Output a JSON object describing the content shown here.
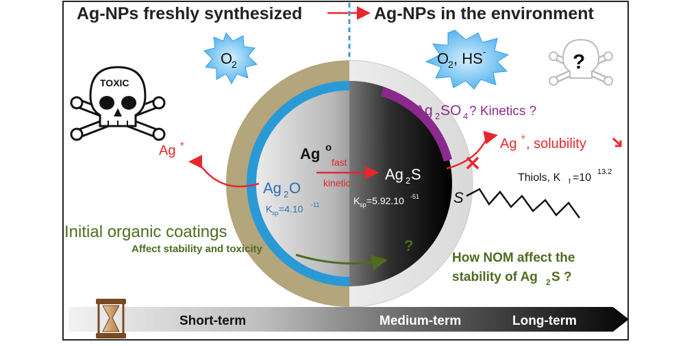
{
  "header": {
    "left_title": "Ag-NPs freshly synthesized",
    "right_title": "Ag-NPs in the environment"
  },
  "bursts": {
    "left": {
      "label": "O",
      "sub": "2"
    },
    "right": {
      "label": "O",
      "sub": "2",
      "label2": ", HS",
      "sup": "-"
    }
  },
  "skulls": {
    "left_label": "TOXIC",
    "right_label": "?"
  },
  "particle": {
    "core_label": "Ag",
    "core_sup": "o",
    "shell_left": {
      "label": "Ag",
      "sub": "2",
      "tail": "O",
      "ksp_prefix": "K",
      "ksp_sub": "sp",
      "ksp_value": "=4.10",
      "ksp_exp": "-11"
    },
    "shell_right": {
      "label": "Ag",
      "sub": "2",
      "tail": "S",
      "ksp_prefix": "K",
      "ksp_sub": "sp",
      "ksp_value": "=5.92.10",
      "ksp_exp": "-51"
    },
    "arrow_label_top": "fast",
    "arrow_label_bottom": "kinetic",
    "sulfate": {
      "label": "Ag",
      "sub": "2",
      "mid": "SO",
      "sub2": "4",
      "tail": " ? Kinetics ?"
    }
  },
  "ions": {
    "left": {
      "label": "Ag",
      "sup": "+"
    },
    "right": {
      "label": "Ag",
      "sup": "+",
      "tail": ", solubility"
    }
  },
  "thiol": {
    "s_label": "S",
    "label": "Thiols, K",
    "sub": "f",
    "value": "=10",
    "sup": "13.2"
  },
  "coating": {
    "title": "Initial organic coatings",
    "subtitle": "Affect stability and toxicity",
    "question": "?"
  },
  "nom": {
    "line1": "How NOM affect the",
    "line2_prefix": "stability of Ag",
    "line2_sub": "2",
    "line2_tail": "S ?"
  },
  "timeline": {
    "short": "Short-term",
    "medium": "Medium-term",
    "long": "Long-term"
  },
  "colors": {
    "red": "#e8262b",
    "blue": "#2a9ad6",
    "green": "#4e6b1f",
    "purple": "#8b2a8c",
    "coating_ring": "#b3a57c"
  }
}
